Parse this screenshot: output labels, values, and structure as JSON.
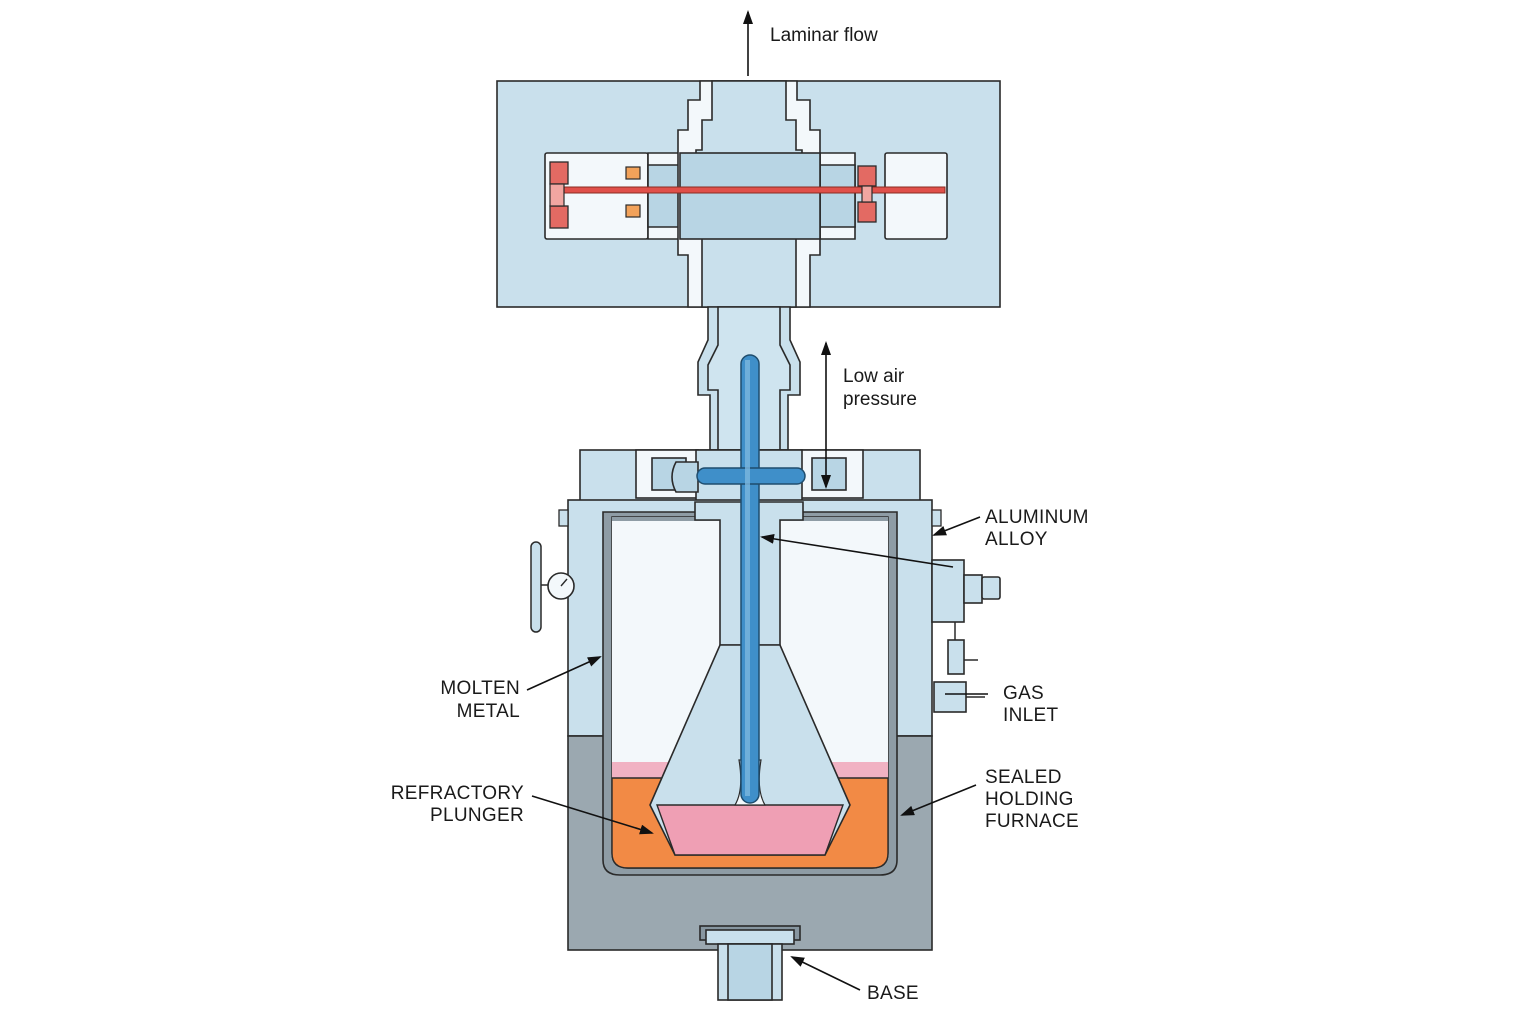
{
  "labels": {
    "laminar_flow": "Laminar flow",
    "low_air_pressure_1": "Low air",
    "low_air_pressure_2": "pressure",
    "aluminum_alloy_1": "ALUMINUM",
    "aluminum_alloy_2": "ALLOY",
    "gas_inlet_1": "GAS",
    "gas_inlet_2": "INLET",
    "molten_metal_1": "MOLTEN",
    "molten_metal_2": "METAL",
    "refractory_plunger_1": "REFRACTORY",
    "refractory_plunger_2": "PLUNGER",
    "sealed_furnace_1": "SEALED",
    "sealed_furnace_2": "HOLDING",
    "sealed_furnace_3": "FURNACE",
    "base": "BASE"
  },
  "colors": {
    "steel_blue": "#c9e0ec",
    "furnace_grey": "#9ba8b0",
    "molten_orange": "#f28a45",
    "plunger_pink": "#ef9fb4",
    "tube_blue": "#3f8fc9",
    "heater_red": "#e0504a"
  }
}
